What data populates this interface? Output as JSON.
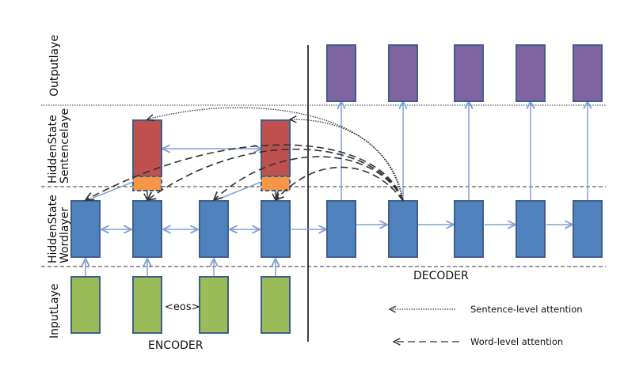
{
  "layers": {
    "output": "Outputlaye",
    "hidden_sentence_line1": "HiddenState",
    "hidden_sentence_line2": "Sentencelaye",
    "hidden_word_line1": "HiddenState",
    "hidden_word_line2": "Wordlayer",
    "input": "InputLaye"
  },
  "sections": {
    "encoder": "ENCODER",
    "decoder": "DECODER"
  },
  "tokens": {
    "eos": "<eos>"
  },
  "legend": {
    "sentence_attention": "Sentence-level attention",
    "word_attention": "Word-level attention"
  },
  "colors": {
    "output_box": "#8064A2",
    "sentence_box": "#C0504D",
    "sentence_pool": "#F79646",
    "hidden_box": "#4F81BD",
    "input_box": "#9BBB59",
    "box_border": "#3A5D8C",
    "connector": "#7FA3D3",
    "attention": "#333333"
  },
  "counts": {
    "encoder_words": 4,
    "encoder_sentences": 2,
    "decoder_steps": 5
  }
}
